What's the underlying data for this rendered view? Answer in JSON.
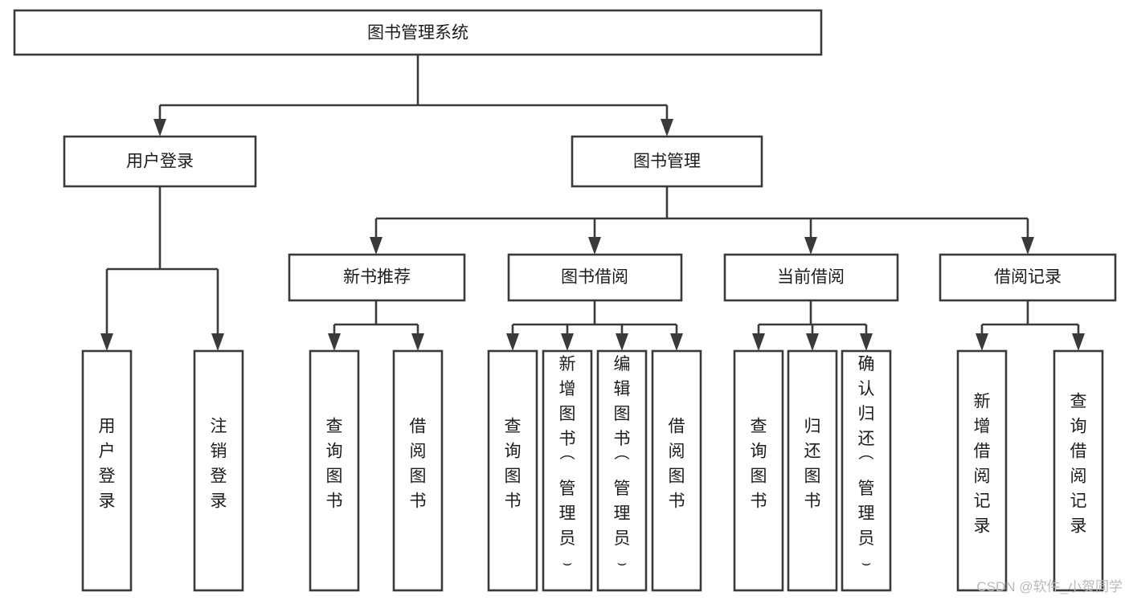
{
  "diagram": {
    "type": "tree-hierarchy-chart",
    "title": "图书管理系统",
    "watermark": "CSDN @软件_小贺同学",
    "colors": {
      "box_stroke": "#3a3a3a",
      "box_fill": "#ffffff",
      "text": "#1c1c1c",
      "watermark": "#b9b9b9",
      "background": "#ffffff"
    },
    "levels": {
      "root": {
        "label": "图书管理系统"
      },
      "level2": [
        {
          "label": "用户登录"
        },
        {
          "label": "图书管理"
        }
      ],
      "level3": [
        {
          "label": "新书推荐"
        },
        {
          "label": "图书借阅"
        },
        {
          "label": "当前借阅"
        },
        {
          "label": "借阅记录"
        }
      ],
      "leaves": [
        {
          "label": "用户登录",
          "parent": "用户登录"
        },
        {
          "label": "注销登录",
          "parent": "用户登录"
        },
        {
          "label": "查询图书",
          "parent": "新书推荐"
        },
        {
          "label": "借阅图书",
          "parent": "新书推荐"
        },
        {
          "label": "查询图书",
          "parent": "图书借阅"
        },
        {
          "label": "新增图书（管理员）",
          "parent": "图书借阅"
        },
        {
          "label": "编辑图书（管理员）",
          "parent": "图书借阅"
        },
        {
          "label": "借阅图书",
          "parent": "图书借阅"
        },
        {
          "label": "查询图书",
          "parent": "当前借阅"
        },
        {
          "label": "归还图书",
          "parent": "当前借阅"
        },
        {
          "label": "确认归还（管理员）",
          "parent": "当前借阅"
        },
        {
          "label": "新增借阅记录",
          "parent": "借阅记录"
        },
        {
          "label": "查询借阅记录",
          "parent": "借阅记录"
        }
      ]
    }
  }
}
